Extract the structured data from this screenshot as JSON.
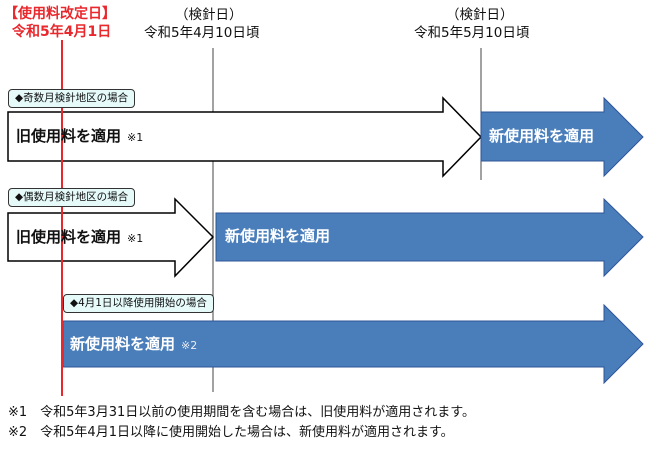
{
  "header": {
    "revision_title": "【使用料改定日】",
    "revision_date": "令和5年4月1日",
    "reading1_title": "（検針日）",
    "reading1_date": "令和5年4月10日頃",
    "reading2_title": "（検針日）",
    "reading2_date": "令和5年5月10日頃"
  },
  "cases": [
    {
      "tag": "◆奇数月検針地区の場合",
      "old_label": "旧使用料を適用",
      "old_note": "※1",
      "new_label": "新使用料を適用",
      "new_note": ""
    },
    {
      "tag": "◆偶数月検針地区の場合",
      "old_label": "旧使用料を適用",
      "old_note": "※1",
      "new_label": "新使用料を適用",
      "new_note": ""
    },
    {
      "tag": "◆4月1日以降使用開始の場合",
      "old_label": "",
      "old_note": "",
      "new_label": "新使用料を適用",
      "new_note": "※2"
    }
  ],
  "footnotes": [
    "※1　令和5年3月31日以前の使用期間を含む場合は、旧使用料が適用されます。",
    "※2　令和5年4月1日以降に使用開始した場合は、新使用料が適用されます。"
  ],
  "colors": {
    "revision_line": "#e8282d",
    "new_arrow_fill": "#4a7ebb",
    "new_arrow_stroke": "#2f5597",
    "old_arrow_fill": "#ffffff",
    "tag_fill": "#e6fafa"
  }
}
